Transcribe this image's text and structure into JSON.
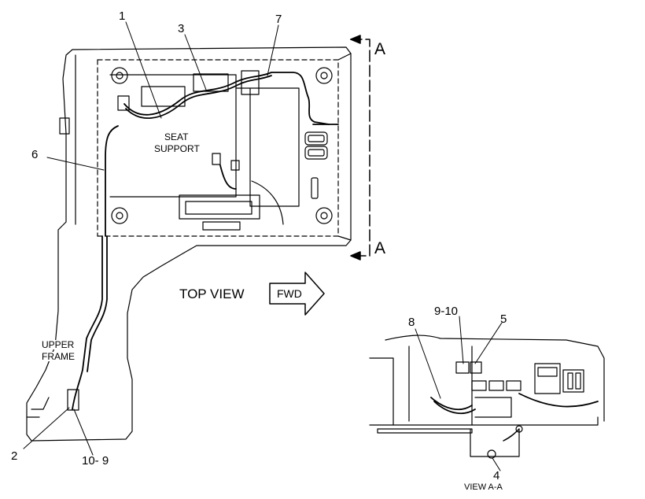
{
  "diagram": {
    "callouts": {
      "c1": "1",
      "c2": "2",
      "c3": "3",
      "c4": "4",
      "c5": "5",
      "c6": "6",
      "c7": "7",
      "c8": "8",
      "c9_10": "9-10",
      "c10_9": "10- 9"
    },
    "section_marks": {
      "top": "A",
      "bottom": "A"
    },
    "region_labels": {
      "seat_support_line1": "SEAT",
      "seat_support_line2": "SUPPORT",
      "upper_frame_line1": "UPPER",
      "upper_frame_line2": "FRAME"
    },
    "view_titles": {
      "top_view": "TOP VIEW",
      "fwd_arrow": "FWD",
      "view_aa": "VIEW A-A"
    }
  }
}
